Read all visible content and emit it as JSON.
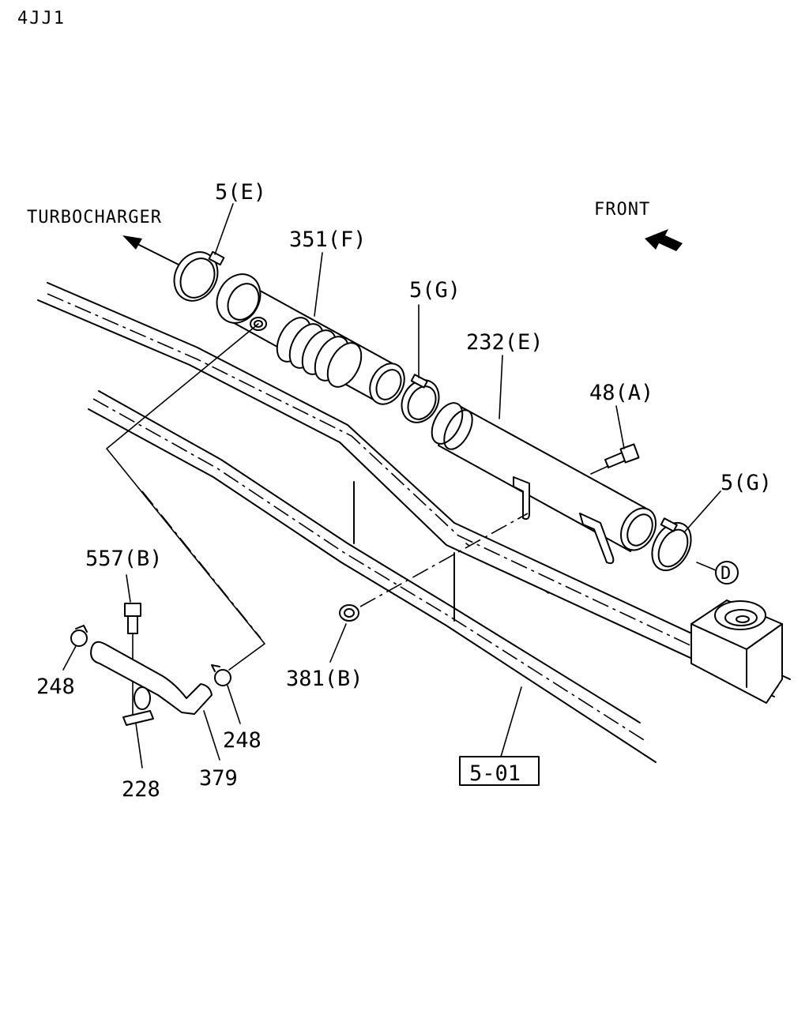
{
  "header": {
    "engine_code": "4JJ1"
  },
  "directions": {
    "turbocharger": "TURBOCHARGER",
    "front": "FRONT"
  },
  "callouts": {
    "clamp_e": "5(E)",
    "hose_351f": "351(F)",
    "clamp_g_upper": "5(G)",
    "pipe_232e": "232(E)",
    "bolt_48a": "48(A)",
    "clamp_g_lower": "5(G)",
    "circle_ref": "D",
    "bolt_557b": "557(B)",
    "clip_248_left": "248",
    "clip_248_right": "248",
    "nut_381b": "381(B)",
    "bracket_228": "228",
    "hose_379": "379",
    "ref_box": "5-01"
  }
}
